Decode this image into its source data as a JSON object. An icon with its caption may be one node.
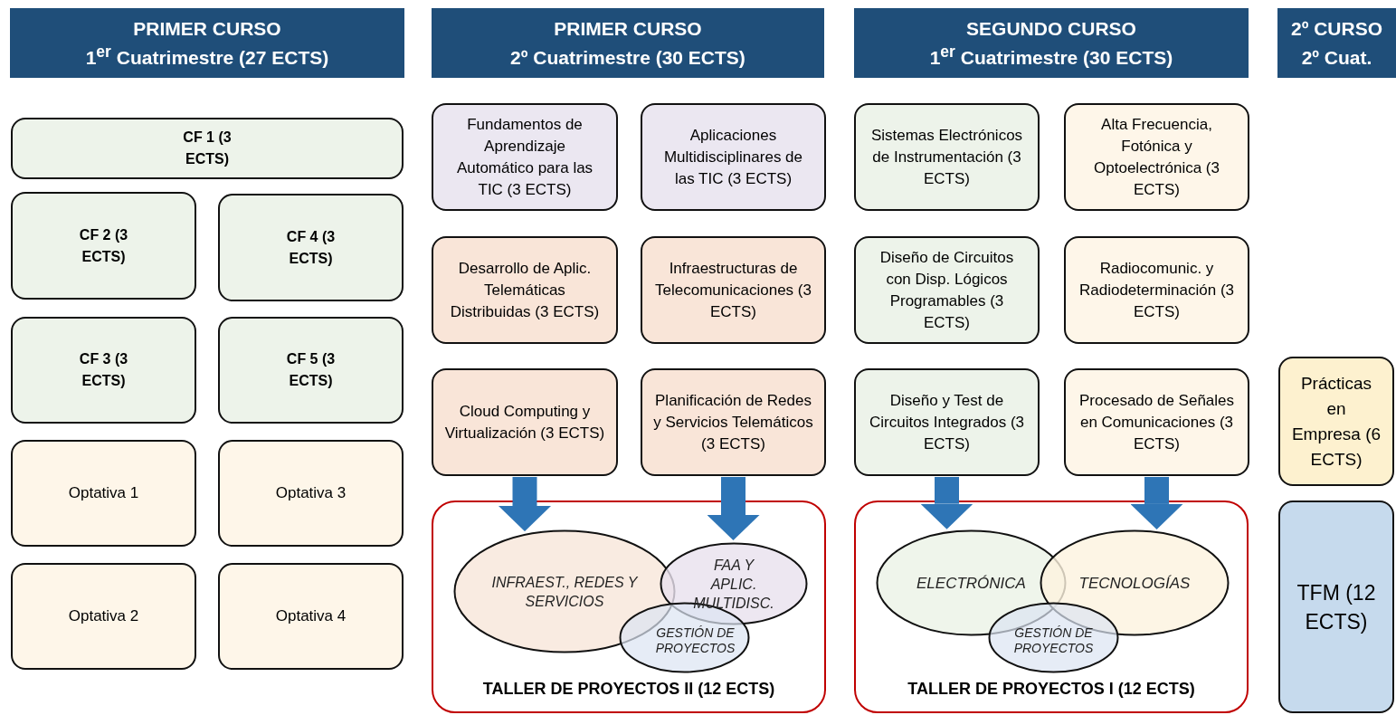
{
  "diagram": {
    "nodes": [
      {
        "text": [
          "PRIMER CURSO",
          "1$^{er}$ Cuatrimestre (27 ECTS)"
        ]
      },
      {
        "text": [
          "PRIMER CURSO",
          "2º Cuatrimestre (30 ECTS)"
        ]
      },
      {
        "text": [
          "SEGUNDO CURSO",
          "1$^{er}$ Cuatrimestre (30 ECTS)"
        ]
      },
      {
        "text": [
          "2º CURSO",
          "2º Cuat."
        ]
      },
      {
        "text": [
          "CF 1 (3 ECTS)"
        ]
      },
      {
        "text": [
          "CF 2 (3 ECTS)"
        ]
      },
      {
        "text": [
          "CF 4 (3 ECTS)"
        ]
      },
      {
        "text": [
          "CF 3 (3 ECTS)"
        ]
      },
      {
        "text": [
          "CF 5 (3 ECTS)"
        ]
      },
      {
        "text": [
          "Optativa 1"
        ]
      },
      {
        "text": [
          "Optativa 3"
        ]
      },
      {
        "text": [
          "Optativa 2"
        ]
      },
      {
        "text": [
          "Optativa 4"
        ]
      },
      {
        "text": [
          "Fundamentos de Aprendizaje Automático para las TIC (3 ECTS)"
        ]
      },
      {
        "text": [
          "Aplicaciones Multidisciplinares de las TIC (3 ECTS)"
        ]
      },
      {
        "text": [
          "Desarrollo de Aplic. Telemáticas Distribuidas (3 ECTS)"
        ]
      },
      {
        "text": [
          "Infraestructuras de Telecomunicaciones (3 ECTS)"
        ]
      },
      {
        "text": [
          "Cloud Computing y Virtualización (3 ECTS)"
        ]
      },
      {
        "text": [
          "Planificación de Redes y Servicios Telemáticos (3 ECTS)"
        ]
      },
      {
        "text": [
          "Sistemas Electrónicos de Instrumentación (3 ECTS)"
        ]
      },
      {
        "text": [
          "Alta Frecuencia, Fotónica y Optoelectrónica (3 ECTS)"
        ]
      },
      {
        "text": [
          "Diseño de Circuitos con Disp. Lógicos Programables (3 ECTS)"
        ]
      },
      {
        "text": [
          "Radiocomunic. y Radiodeterminación (3 ECTS)"
        ]
      },
      {
        "text": [
          "Diseño y Test de Circuitos Integrados (3 ECTS)"
        ]
      },
      {
        "text": [
          "Procesado de Señales en Comunicaciones (3 ECTS)"
        ]
      },
      {
        "text": [
          "Prácticas en Empresa (6 ECTS)"
        ]
      },
      {
        "text": [
          "TFM (12 ECTS)"
        ]
      },
      {
        "text": [
          "TALLER DE PROYECTOS II (12 ECTS)"
        ]
      },
      {
        "text": [
          "INFRAEST., REDES Y SERVICIOS"
        ],
        "in": 27
      },
      {
        "text": [
          "FAA Y APLIC. MULTIDISC."
        ],
        "in": 27
      },
      {
        "text": [
          "GESTIÓN DE PROYECTOS"
        ],
        "in": 27
      },
      {
        "text": [
          "TALLER DE PROYECTOS I (12 ECTS)"
        ]
      },
      {
        "text": [
          "ELECTRÓNICA"
        ],
        "in": 31
      },
      {
        "text": [
          "TECNOLOGÍAS"
        ],
        "in": 31
      },
      {
        "text": [
          "GESTIÓN DE PROYECTOS"
        ],
        "in": 31
      }
    ],
    "edges": [
      {
        "from": 17,
        "to": 28,
        "arrow": "to"
      },
      {
        "from": 18,
        "to": 29,
        "arrow": "to"
      },
      {
        "from": 23,
        "to": 32,
        "arrow": "to"
      },
      {
        "from": 24,
        "to": 33,
        "arrow": "to"
      }
    ]
  }
}
